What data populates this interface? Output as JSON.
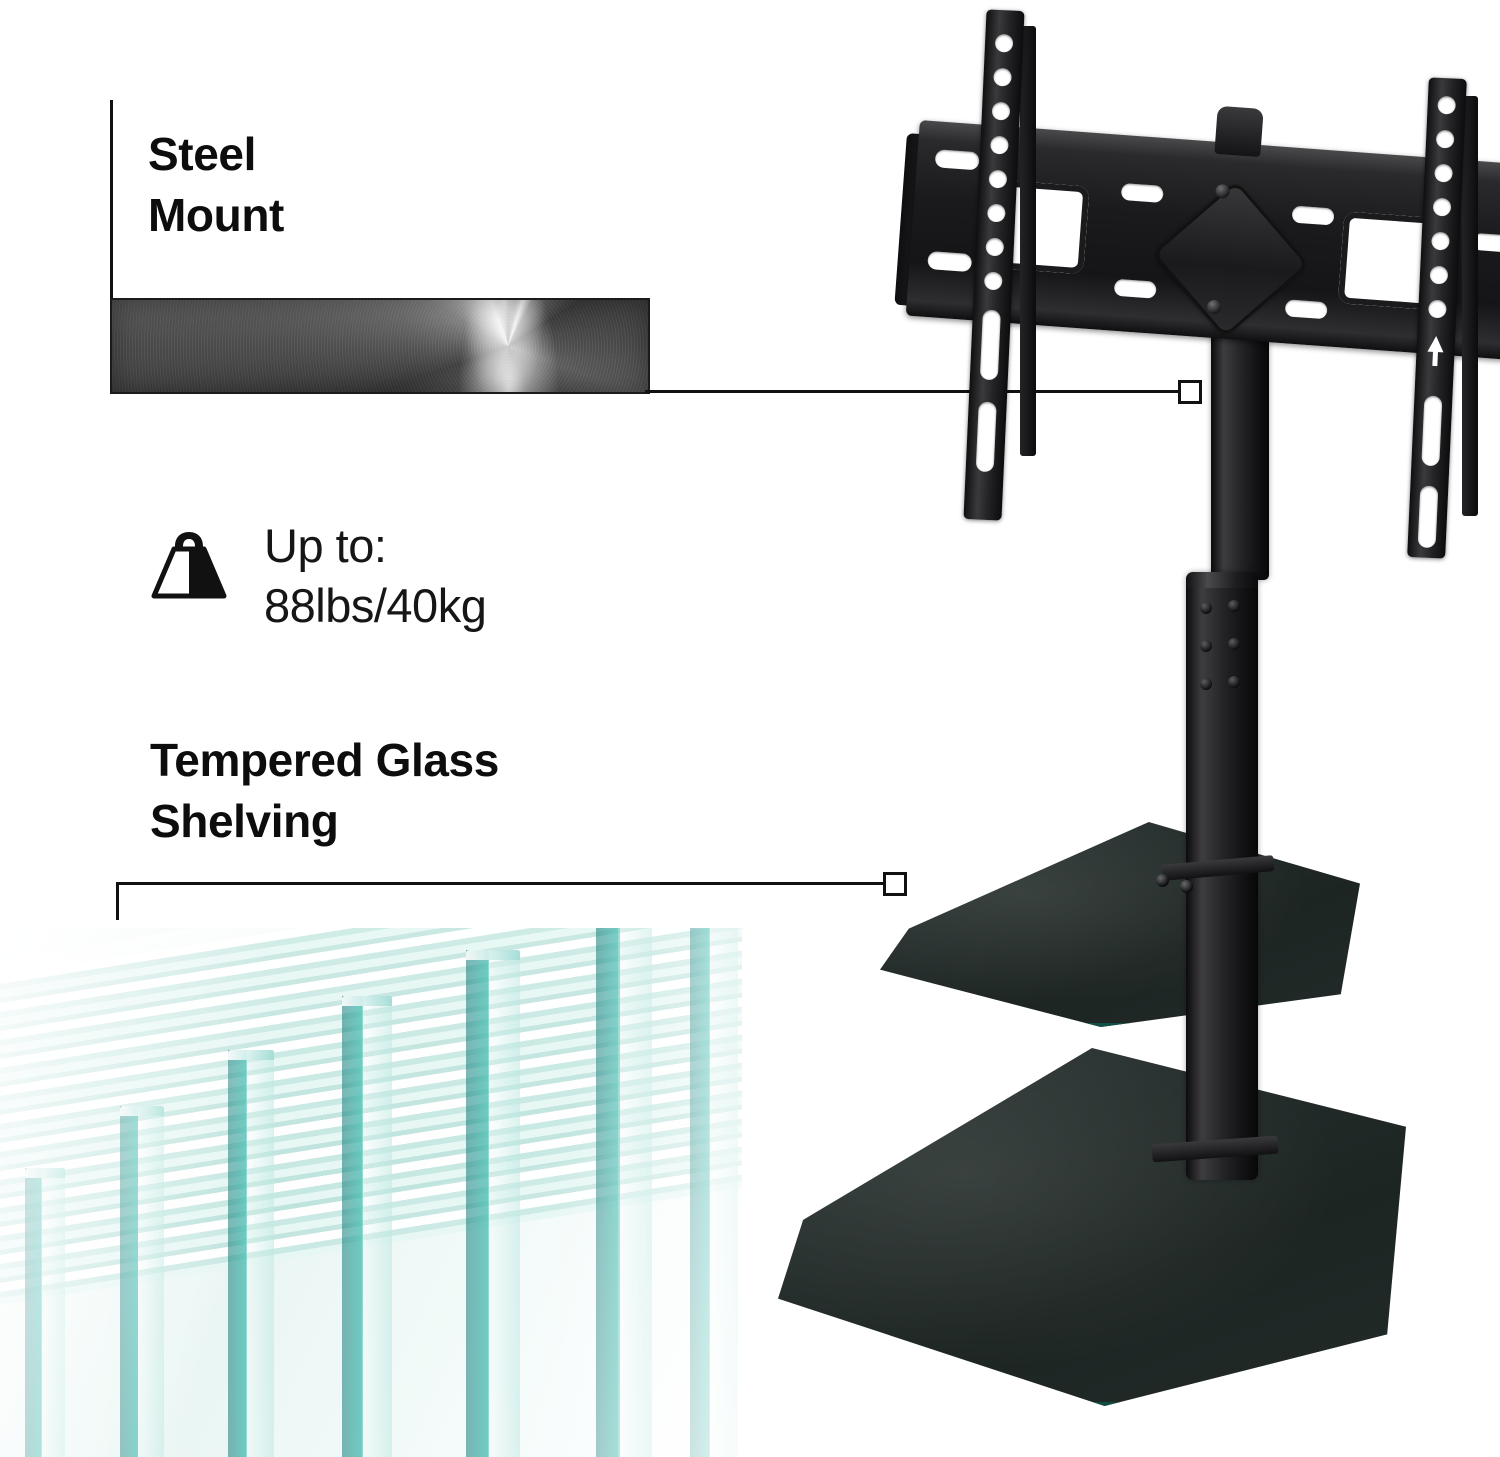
{
  "image": {
    "kind": "product-feature-infographic",
    "background_color": "#ffffff",
    "product": "floor TV stand with steel mount and tempered glass shelving"
  },
  "callouts": [
    {
      "id": "steel-mount",
      "title": "Steel\nMount",
      "swatch_label": "brushed-steel-texture",
      "swatch_colors": [
        "#3b3b3b",
        "#5d5d5d",
        "#ffffff"
      ],
      "connector": "horizontal-line-to-pole",
      "marker": "square-marker"
    },
    {
      "id": "weight-capacity",
      "icon": "weight-icon",
      "text": "Up to:\n88lbs/40kg",
      "value": "88lbs/40kg",
      "prefix": "Up to:"
    },
    {
      "id": "tempered-glass",
      "title": "Tempered Glass\nShelving",
      "photo_label": "stacked-tempered-glass-panes",
      "photo_colors": [
        "#56c6ba",
        "#b0ded6",
        "#eaf6f4"
      ],
      "connector": "elbow-line-to-shelf",
      "marker": "square-marker"
    }
  ],
  "product_parts": {
    "wall_plate": "steel-tv-mount-plate",
    "vertical_arms": [
      "left-tv-arm",
      "right-tv-arm"
    ],
    "pole": "telescoping-steel-pole",
    "upper_shelf": "tempered-glass-upper-shelf",
    "base_shelf": "tempered-glass-base-shelf"
  },
  "colors": {
    "line": "#111111",
    "text": "#0d0d0d",
    "marker_fill": "#ffffff",
    "metal_dark": "#1a1a1c",
    "glass_dark": "#242d2b",
    "glass_edge": "#14564a"
  }
}
